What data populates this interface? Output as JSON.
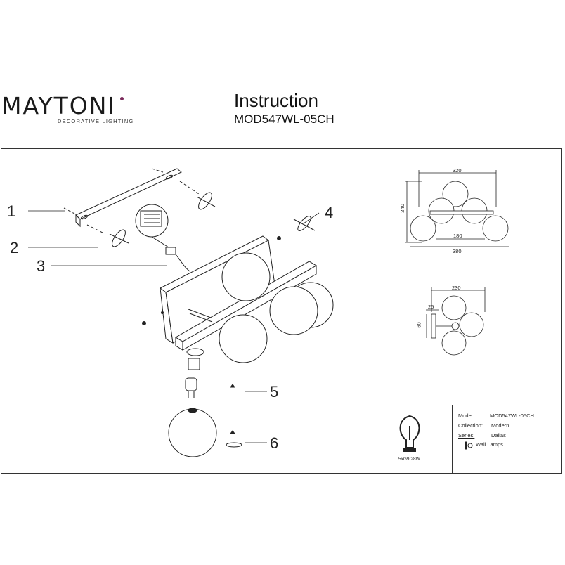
{
  "brand": {
    "name": "MAYTONI",
    "tagline": "DECORATIVE LIGHTING",
    "accent_color": "#7b2a5b"
  },
  "header": {
    "title": "Instruction",
    "model_code": "MOD547WL-05CH"
  },
  "steps": [
    "1",
    "2",
    "3",
    "4",
    "5",
    "6"
  ],
  "dimensions": {
    "front": {
      "top_width": "320",
      "height": "240",
      "inner_width": "180",
      "total_width": "380"
    },
    "side": {
      "depth": "230",
      "arm": "25",
      "plate": "60"
    }
  },
  "specs": {
    "model_label": "Model:",
    "model_value": "MOD547WL-05CH",
    "collection_label": "Collection:",
    "collection_value": "Modern",
    "series_label": "Series:",
    "series_value": "Dallas",
    "type_value": "Wall Lamps"
  },
  "bulb": {
    "label": "5xG9 28W",
    "icon": "light-bulb-icon"
  }
}
